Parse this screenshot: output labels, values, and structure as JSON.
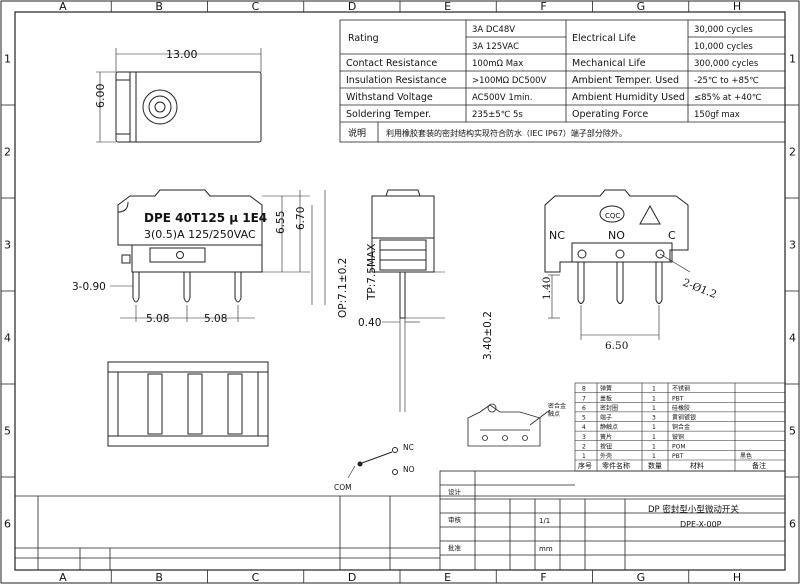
{
  "frame": {
    "columns": [
      "A",
      "B",
      "C",
      "D",
      "E",
      "F",
      "G",
      "H"
    ],
    "rows": [
      "1",
      "2",
      "3",
      "4",
      "5",
      "6"
    ]
  },
  "spec_table": {
    "rows": [
      {
        "label": "Rating",
        "value": [
          "3A  DC48V",
          "3A  125VAC"
        ],
        "label2": "Electrical Life",
        "value2": [
          "30,000 cycles",
          "10,000 cycles"
        ]
      },
      {
        "label": "Contact Resistance",
        "value": [
          "100mΩ  Max"
        ],
        "label2": "Mechanical Life",
        "value2": [
          "300,000 cycles"
        ]
      },
      {
        "label": "Insulation Resistance",
        "value": [
          ">100MΩ  DC500V"
        ],
        "label2": "Ambient Temper. Used",
        "value2": [
          "-25℃ to +85℃"
        ]
      },
      {
        "label": "Withstand Voltage",
        "value": [
          "AC500V  1min."
        ],
        "label2": "Ambient Humidity Used",
        "value2": [
          "≤85% at +40℃"
        ]
      },
      {
        "label": "Soldering Temper.",
        "value": [
          "235±5℃ 5s"
        ],
        "label2": "Operating Force",
        "value2": [
          "150gf max"
        ]
      }
    ],
    "note_label": "说明",
    "note_text": "利用橡胶套装的密封结构实现符合防水（IEC IP67）端子部分除外。"
  },
  "dimensions": {
    "top_width": "13.00",
    "top_height": "6.00",
    "body_height_1": "6.55",
    "body_height_2": "6.70",
    "terminal_left": "3-0.90",
    "pitch_1": "5.08",
    "pitch_2": "5.08",
    "op": "OP:7.1±0.2",
    "tp": "TP:7.5MAX",
    "pin_width": "0.40",
    "pin_length": "3.40±0.2",
    "pin_offset": "1.40",
    "pin_span": "6.50",
    "hole": "2-Ø1.2"
  },
  "marking": {
    "line1": "DPE 40T125 µ 1E4",
    "line2": "3(0.5)A 125/250VAC"
  },
  "terminals": {
    "nc": "NC",
    "no": "NO",
    "c": "C"
  },
  "schematic": {
    "nc": "NC",
    "no": "NO",
    "com": "COM"
  },
  "bom": {
    "headers": [
      "序号",
      "零件名称",
      "数量",
      "材料",
      "备注"
    ],
    "rows": [
      [
        "1",
        "外壳",
        "1",
        "PBT",
        "黑色"
      ],
      [
        "2",
        "按钮",
        "1",
        "POM",
        ""
      ],
      [
        "3",
        "簧片",
        "1",
        "铍铜",
        ""
      ],
      [
        "4",
        "静触点",
        "1",
        "铜合金",
        ""
      ],
      [
        "5",
        "端子",
        "3",
        "黄铜镀银",
        ""
      ],
      [
        "6",
        "密封圈",
        "1",
        "硅橡胶",
        ""
      ],
      [
        "7",
        "盖板",
        "1",
        "PBT",
        ""
      ],
      [
        "8",
        "弹簧",
        "1",
        "不锈钢",
        ""
      ]
    ]
  },
  "title_block": {
    "title": "DP 密封型小型微动开关",
    "part_no": "DPE-X-00P",
    "scale": "1/1",
    "unit": "mm",
    "designer_label": "设计",
    "checker_label": "审核",
    "approve_label": "批准"
  }
}
